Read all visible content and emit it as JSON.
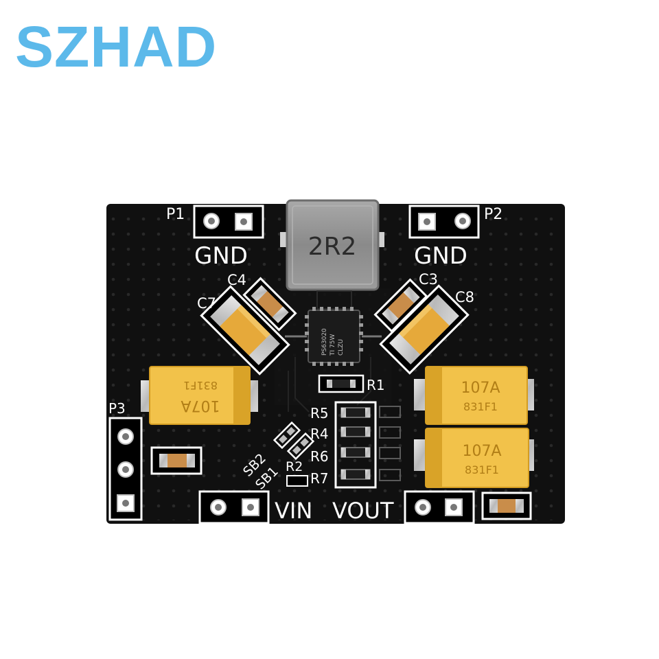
{
  "brand": {
    "text": "SZHAD",
    "color": "#5cb9ea"
  },
  "board": {
    "pcb_color": "#101010",
    "silk_color": "#ffffff",
    "pad_color": "#c9c9c9",
    "tantalum_color": "#f2c24a",
    "headers": {
      "p1": "P1",
      "p2": "P2",
      "p3": "P3"
    },
    "gnd_left": "GND",
    "gnd_right": "GND",
    "inductor_marking": "2R2",
    "ic_marking": [
      "PS63020",
      "TI 75W",
      "CLZU"
    ],
    "caps": {
      "c3": "C3",
      "c4": "C4",
      "c7": "C7",
      "c8": "C8"
    },
    "tantalum_marking": {
      "top": "107A",
      "bottom": "831F1"
    },
    "resistors": {
      "r1": "R1",
      "r2": "R2",
      "r5": "R5",
      "r4": "R4",
      "r6": "R6",
      "r7": "R7"
    },
    "solder_bridges": {
      "sb1": "SB1",
      "sb2": "SB2"
    },
    "vin": "VIN",
    "vout": "VOUT"
  }
}
